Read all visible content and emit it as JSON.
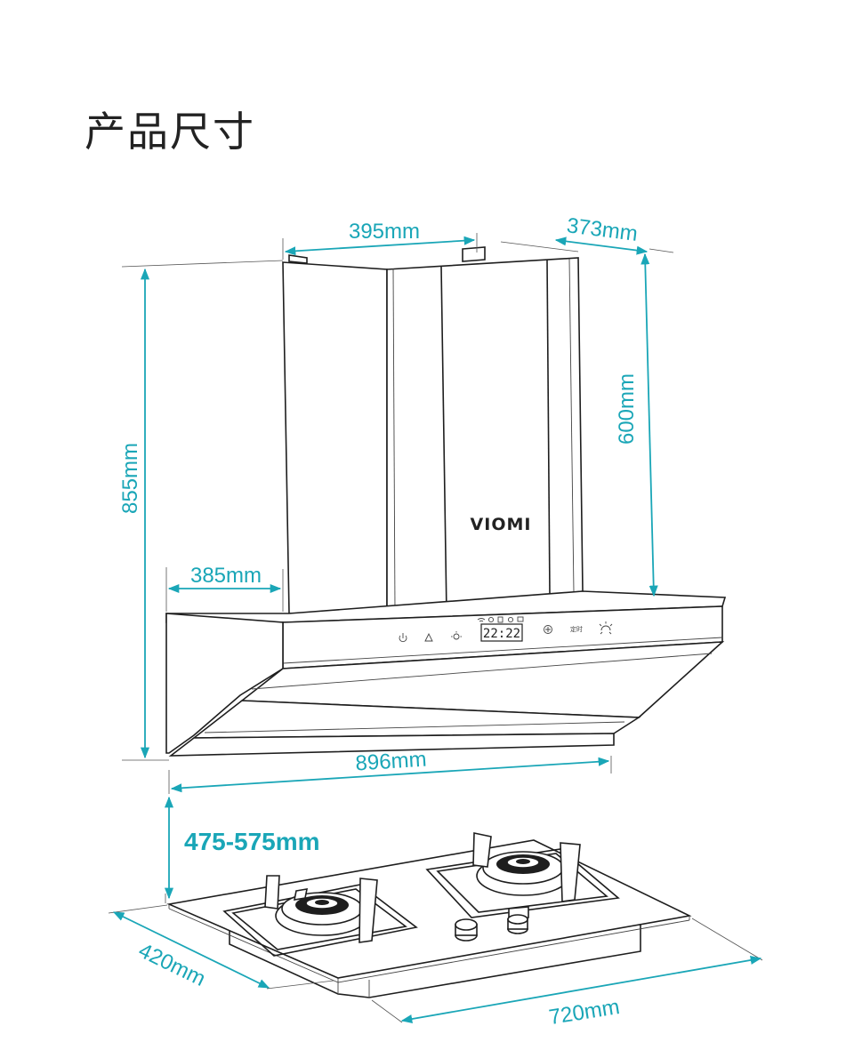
{
  "title": "产品尺寸",
  "brand": "VIOMI",
  "display_time": "22:22",
  "timer_label": "定时",
  "accent_color": "#1aa6b7",
  "dimensions": {
    "chimney_width": "395mm",
    "chimney_depth": "373mm",
    "chimney_height": "600mm",
    "total_height": "855mm",
    "hood_depth": "385mm",
    "hood_width": "896mm",
    "install_height": "475-575mm",
    "stove_depth": "420mm",
    "stove_width": "720mm"
  },
  "control_icons": [
    "power-icon",
    "bell-icon",
    "light-icon",
    "wind-icon",
    "clock-icon",
    "fan-icon",
    "sun-icon"
  ]
}
